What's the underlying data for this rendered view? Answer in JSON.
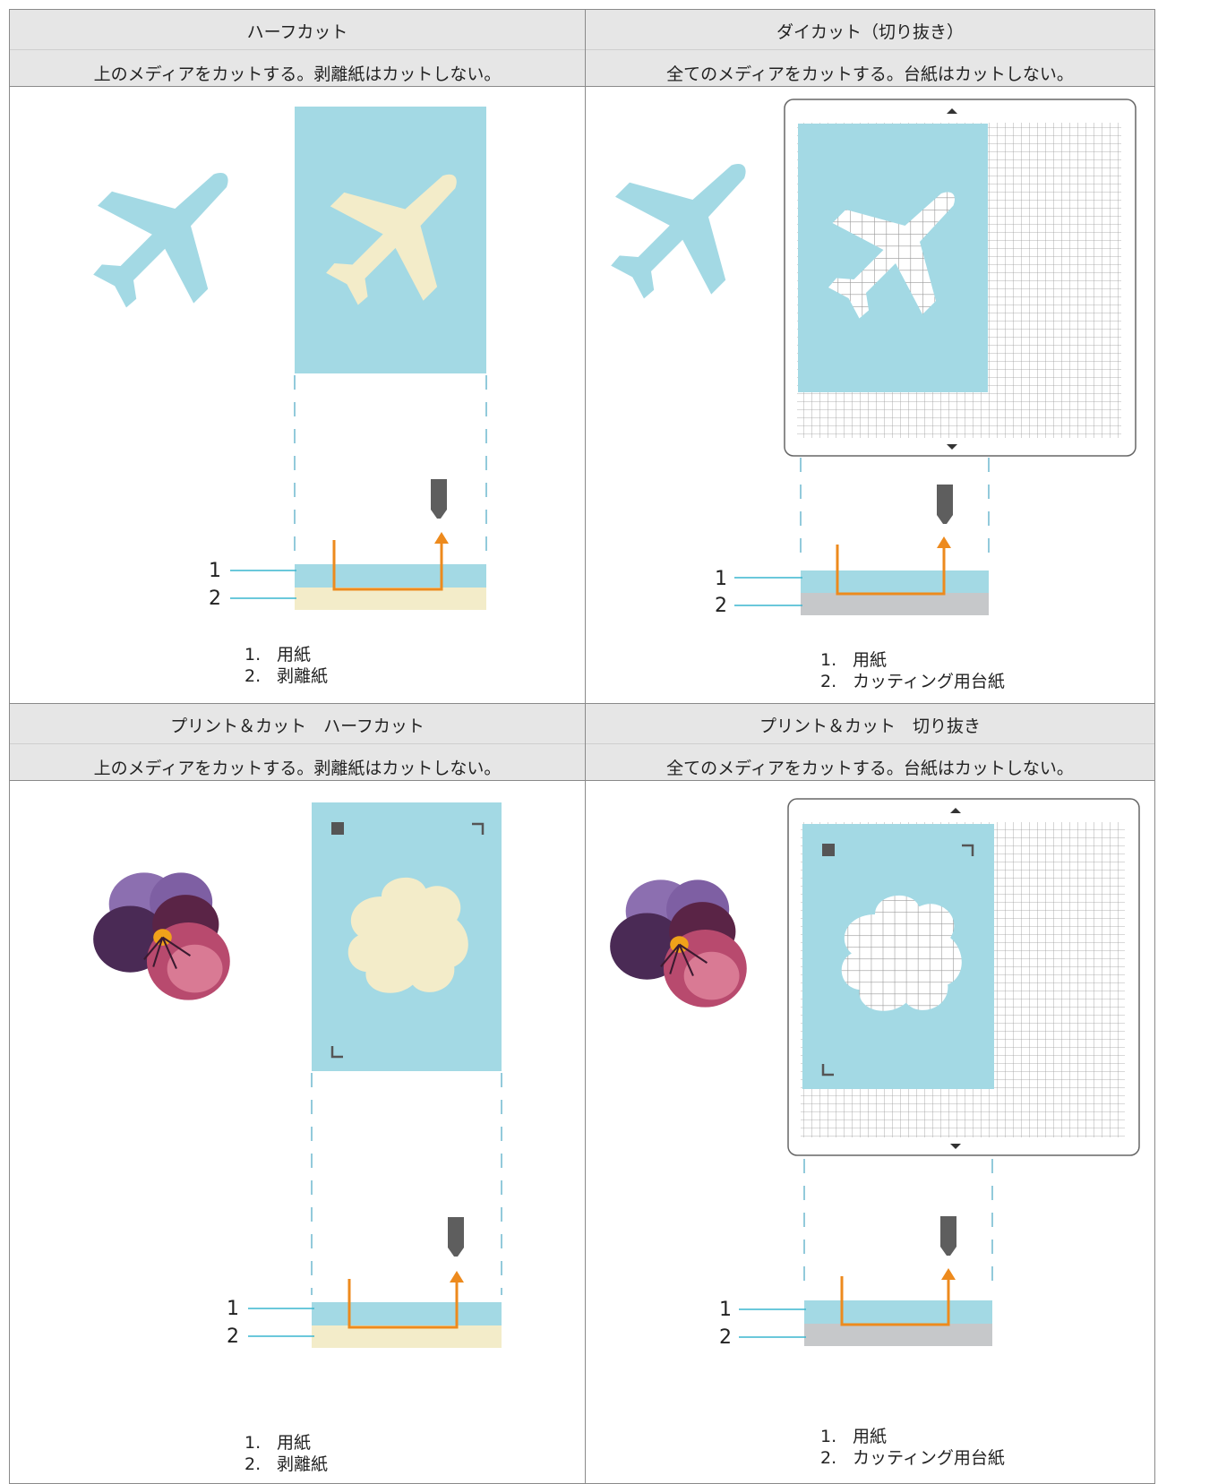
{
  "colors": {
    "paper": "#a3d9e4",
    "release_liner": "#f3ecc9",
    "cutting_mat": "#c6c8ca",
    "cut_path": "#ed8a1d",
    "blade": "#5e5e5e",
    "leader_line": "#3ab5cf",
    "header_bg": "#e6e6e6"
  },
  "panels": [
    {
      "title": "ハーフカット",
      "subtitle": "上のメディアをカットする。剥離紙はカットしない。",
      "illustration": "airplane",
      "base": "release-liner",
      "callouts": [
        "1",
        "2"
      ],
      "legend": [
        {
          "num": "1.",
          "text": "用紙"
        },
        {
          "num": "2.",
          "text": "剥離紙"
        }
      ]
    },
    {
      "title": "ダイカット（切り抜き）",
      "subtitle": "全てのメディアをカットする。台紙はカットしない。",
      "illustration": "airplane",
      "base": "cutting-mat",
      "callouts": [
        "1",
        "2"
      ],
      "legend": [
        {
          "num": "1.",
          "text": "用紙"
        },
        {
          "num": "2.",
          "text": "カッティング用台紙"
        }
      ]
    },
    {
      "title": "プリント＆カット　ハーフカット",
      "subtitle": "上のメディアをカットする。剥離紙はカットしない。",
      "illustration": "pansy",
      "base": "release-liner",
      "callouts": [
        "1",
        "2"
      ],
      "legend": [
        {
          "num": "1.",
          "text": "用紙"
        },
        {
          "num": "2.",
          "text": "剥離紙"
        }
      ]
    },
    {
      "title": "プリント＆カット　切り抜き",
      "subtitle": "全てのメディアをカットする。台紙はカットしない。",
      "illustration": "pansy",
      "base": "cutting-mat",
      "callouts": [
        "1",
        "2"
      ],
      "legend": [
        {
          "num": "1.",
          "text": "用紙"
        },
        {
          "num": "2.",
          "text": "カッティング用台紙"
        }
      ]
    }
  ]
}
